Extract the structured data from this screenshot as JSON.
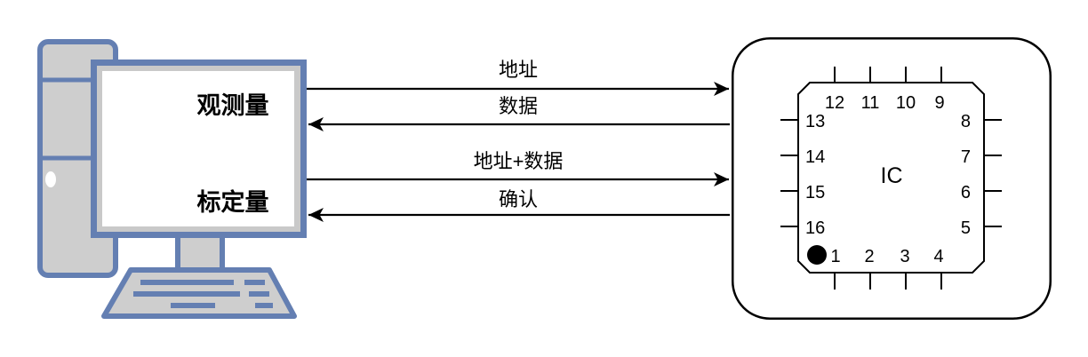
{
  "computer": {
    "observed_label": "观测量",
    "calibration_label": "标定量"
  },
  "buses": [
    {
      "label": "地址",
      "direction": "right"
    },
    {
      "label": "数据",
      "direction": "left"
    },
    {
      "label": "地址+数据",
      "direction": "right"
    },
    {
      "label": "确认",
      "direction": "left"
    }
  ],
  "ic": {
    "name": "IC",
    "pins": {
      "top": [
        "12",
        "11",
        "10",
        "9"
      ],
      "right": [
        "8",
        "7",
        "6",
        "5"
      ],
      "left": [
        "13",
        "14",
        "15",
        "16"
      ],
      "bottom": [
        "1",
        "2",
        "3",
        "4"
      ]
    }
  },
  "colors": {
    "device_outline": "#647FB2",
    "device_fill": "#CECECE",
    "screen_fill": "#FFFFFF",
    "line_color": "#000000"
  }
}
